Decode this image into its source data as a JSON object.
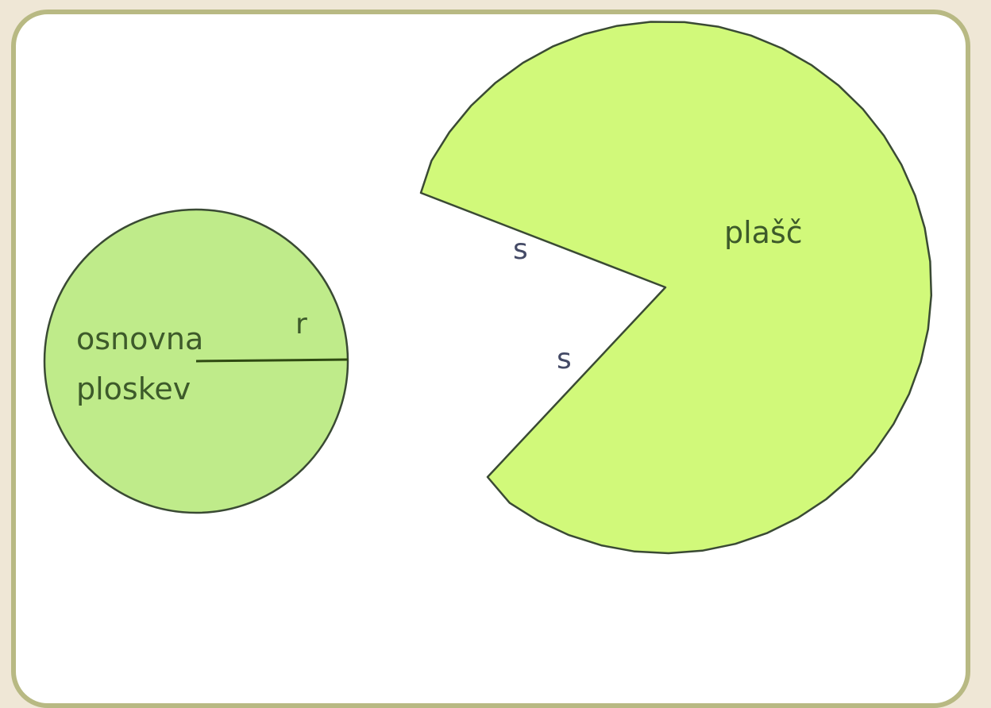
{
  "colors": {
    "page_background": "#efe7d6",
    "frame_border": "#b8b983",
    "canvas": "#ffffff",
    "base_fill": "#bfeb8a",
    "lateral_fill": "#d1f97a",
    "outline": "#3a4a34",
    "radius_line": "#2f4a12",
    "label_text": "#3d5a2a",
    "slant_label_text": "#444a66"
  },
  "base_circle": {
    "label_line1": "osnovna",
    "label_line2": "ploskev",
    "radius_label": "r"
  },
  "lateral_surface": {
    "label": "plašč",
    "slant_label_top": "s",
    "slant_label_bottom": "s"
  }
}
